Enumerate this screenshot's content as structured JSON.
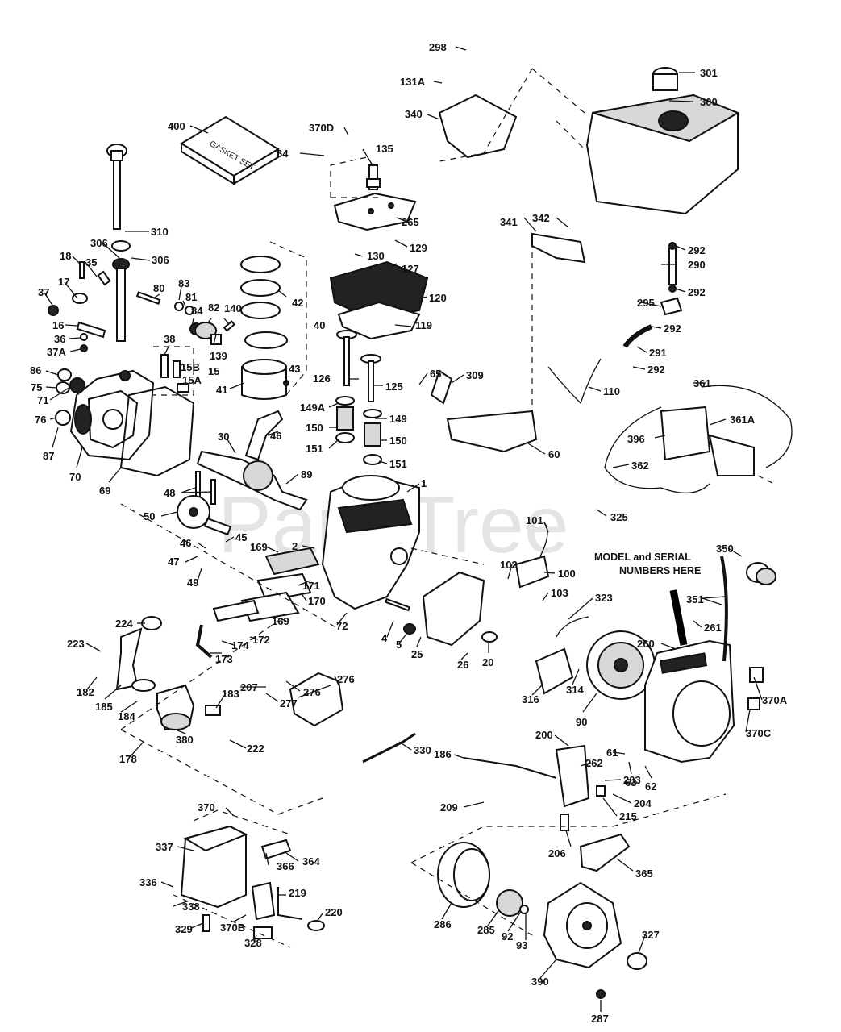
{
  "watermark": {
    "text": "PartsTree",
    "tm": "™"
  },
  "model_callout": {
    "line1": "MODEL and SERIAL",
    "line2": "NUMBERS HERE"
  },
  "gasket_set_text": "GASKET SET",
  "labels": [
    "298",
    "301",
    "131A",
    "300",
    "340",
    "370D",
    "400",
    "64",
    "135",
    "265",
    "310",
    "306",
    "306",
    "18",
    "35",
    "17",
    "37",
    "16",
    "36",
    "37A",
    "86",
    "75",
    "71",
    "76",
    "87",
    "70",
    "69",
    "80",
    "83",
    "81",
    "84",
    "82",
    "140",
    "139",
    "38",
    "15B",
    "15A",
    "15",
    "41",
    "42",
    "40",
    "43",
    "129",
    "130",
    "127",
    "120",
    "119",
    "126",
    "125",
    "149A",
    "149",
    "150",
    "150",
    "151",
    "151",
    "65",
    "309",
    "60",
    "341",
    "342",
    "292",
    "290",
    "292",
    "295",
    "292",
    "291",
    "292",
    "110",
    "361",
    "361A",
    "396",
    "362",
    "46",
    "30",
    "89",
    "48",
    "50",
    "1",
    "325",
    "101",
    "46",
    "45",
    "47",
    "169",
    "2",
    "49",
    "171",
    "170",
    "169",
    "172",
    "174",
    "173",
    "224",
    "223",
    "182",
    "185",
    "184",
    "380",
    "178",
    "183",
    "207",
    "276",
    "277",
    "276",
    "222",
    "4",
    "5",
    "25",
    "26",
    "20",
    "72",
    "102",
    "100",
    "103",
    "323",
    "316",
    "314",
    "90",
    "350",
    "351",
    "261",
    "260",
    "370A",
    "370C",
    "330",
    "186",
    "200",
    "262",
    "61",
    "63",
    "62",
    "203",
    "204",
    "215",
    "209",
    "206",
    "370",
    "337",
    "364",
    "366",
    "336",
    "338",
    "219",
    "220",
    "329",
    "370B",
    "328",
    "365",
    "286",
    "285",
    "92",
    "93",
    "327",
    "390",
    "287"
  ]
}
